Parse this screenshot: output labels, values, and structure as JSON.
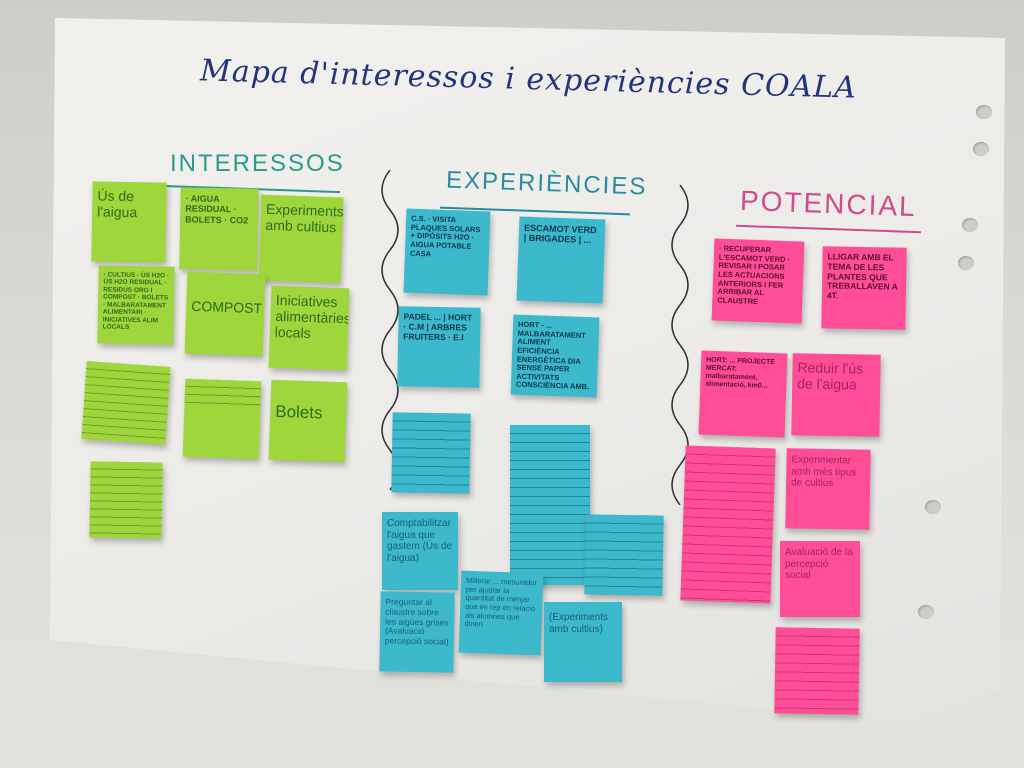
{
  "title": "Mapa d'interessos i experiències COALA",
  "columns": {
    "interessos": {
      "header": "INTERESSOS",
      "color": "#9fd63c"
    },
    "experiencies": {
      "header": "EXPERIÈNCIES",
      "color": "#3cb9cc"
    },
    "potencial": {
      "header": "POTENCIAL",
      "color": "#ff4d97"
    }
  },
  "green_notes": [
    "Ús de l'aigua",
    "· AIGUA RESIDUAL · BOLETS · CO2",
    "Experiments amb cultius",
    "· CULTIUS · ÚS H2O · ÚS H2O RESIDUAL · RESIDUS ORG I COMPOST · BOLETS · MALBARATAMENT ALIMENTARI · INICIATIVES ALIM LOCALS",
    "COMPOST",
    "Iniciatives alimentàries locals",
    "Bolets"
  ],
  "blue_notes": [
    "C.S. · VISITA PLAQUES SOLARS + DIPÒSITS H2O · AIGUA POTABLE CASA",
    "ESCAMOT VERD | BRIGADES | ...",
    "PADEL ... | HORT · C.M | ARBRES FRUITERS · E.I",
    "HORT - ... MALBARATAMENT ALIMENT EFICIÈNCIA ENERGÈTICA DIA SENSE PAPER ACTIVITATS CONSCIÈNCIA AMB.",
    "Comptabilitzar l'aigua que gastem (Ús de l'aigua)",
    "Preguntar al claustre sobre les aigües grises (Avaluació percepció social)",
    "Millorar ... mesurador per ajustar la quantitat de menjar que es rep en relació als alumnes que dinen",
    "(Experiments amb cultius)"
  ],
  "pink_notes": [
    "· RECUPERAR L'ESCAMOT VERD · REVISAR I POSAR LES ACTUACIONS ANTERIORS I FER ARRIBAR AL CLAUSTRE",
    "LLIGAR AMB EL TEMA DE LES PLANTES QUE TREBALLAVEN A 4t.",
    "HORT: ... PROJECTE MERCAT: malbaratament, alimentació, km0...",
    "Reduir l'ús de l'aigua",
    "Experimentar amb més tipus de cultius",
    "Avaluació de la percepció social"
  ]
}
